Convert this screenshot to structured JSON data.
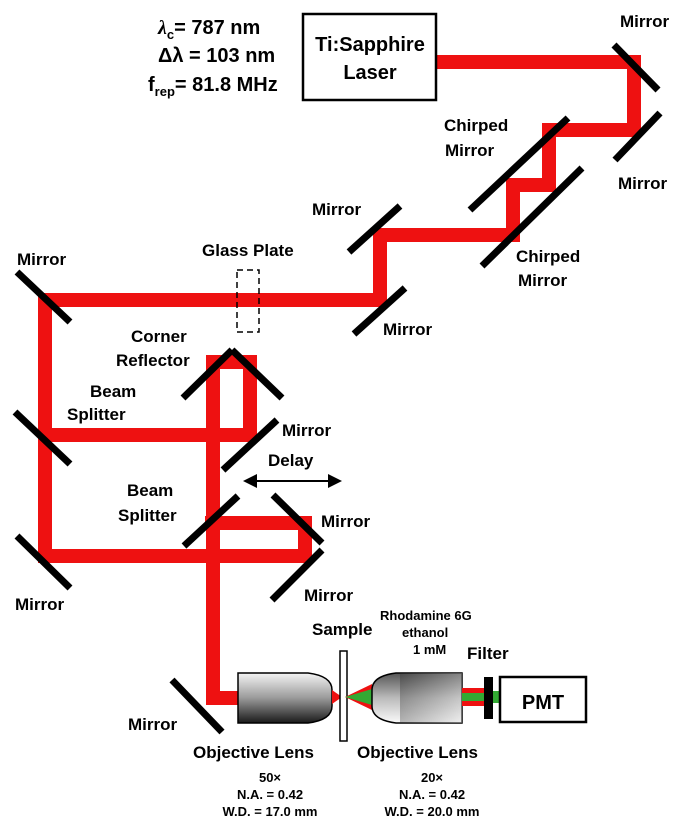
{
  "laser": {
    "box_label_line1": "Ti:Sapphire",
    "box_label_line2": "Laser",
    "lambda_symbol": "λ",
    "lambda_sub": "c",
    "lambda_value": "= 787 nm",
    "bandwidth": "Δλ = 103 nm",
    "frep_symbol": "f",
    "frep_sub": "rep",
    "frep_value": "= 81.8 MHz"
  },
  "labels": {
    "mirror": "Mirror",
    "chirped_line1": "Chirped",
    "chirped_line2": "Mirror",
    "glass_plate": "Glass Plate",
    "corner_line1": "Corner",
    "corner_line2": "Reflector",
    "beam_line1": "Beam",
    "beam_line2": "Splitter",
    "delay": "Delay",
    "sample": "Sample",
    "filter": "Filter",
    "pmt": "PMT",
    "objective_lens": "Objective Lens"
  },
  "sample_info": {
    "line1": "Rhodamine 6G",
    "line2": "ethanol",
    "line3": "1 mM"
  },
  "objective_left": {
    "mag": "50×",
    "na": "N.A. = 0.42",
    "wd": "W.D. = 17.0 mm"
  },
  "objective_right": {
    "mag": "20×",
    "na": "N.A. = 0.42",
    "wd": "W.D. = 20.0 mm"
  },
  "colors": {
    "beam": "#ee1111",
    "fluorescence": "#33aa33",
    "mirror": "#000000"
  }
}
